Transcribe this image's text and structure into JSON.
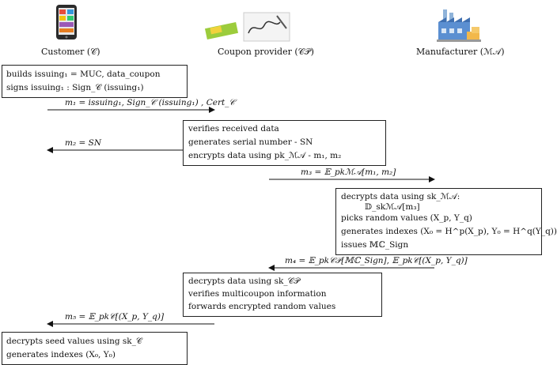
{
  "actors": {
    "customer": "Customer (𝒞)",
    "coupon_provider": "Coupon provider (𝒞𝒫)",
    "manufacturer": "Manufacturer (ℳ𝒜)"
  },
  "boxes": {
    "customer_issue": {
      "line1": "builds issuing₁ = MUC, data_coupon",
      "line2": "signs issuing₁ : Sign_𝒞 (issuing₁)"
    },
    "cp_verify": {
      "line1": "verifies received data",
      "line2": "generates serial number - SN",
      "line3": "encrypts data using pk_ℳ𝒜 - m₁, m₂"
    },
    "ma_process": {
      "line1": "decrypts data using sk_ℳ𝒜:",
      "line2": "𝔻_skℳ𝒜[m₃]",
      "line3": "picks random values (X_p, Y_q)",
      "line4": "generates indexes (X₀ = H^p(X_p), Y₀ = H^q(Y_q))",
      "line5": "issues 𝕄ℂ_Sign"
    },
    "cp_forward": {
      "line1": "decrypts data using sk_𝒞𝒫",
      "line2": "verifies multicoupon information",
      "line3": "forwards encrypted random values"
    },
    "customer_final": {
      "line1": "decrypts seed values using sk_𝒞",
      "line2": "generates indexes (X₀, Y₀)"
    }
  },
  "messages": {
    "m1": "m₁ = issuing₁, Sign_𝒞 (issuing₁) , Cert_𝒞",
    "m2": "m₂ = SN",
    "m3": "m₃ = 𝔼_pkℳ𝒜[m₁, m₂]",
    "m4": "m₄ = 𝔼_pk𝒞𝒫[𝕄ℂ_Sign], 𝔼_pk𝒞[(X_p, Y_q)]",
    "m5": "m₅ = 𝔼_pk𝒞[(X_p, Y_q)]"
  },
  "icons": {
    "customer": "smartphone-icon",
    "coupon_provider": "coupon-signature-icon",
    "manufacturer": "factory-icon"
  }
}
